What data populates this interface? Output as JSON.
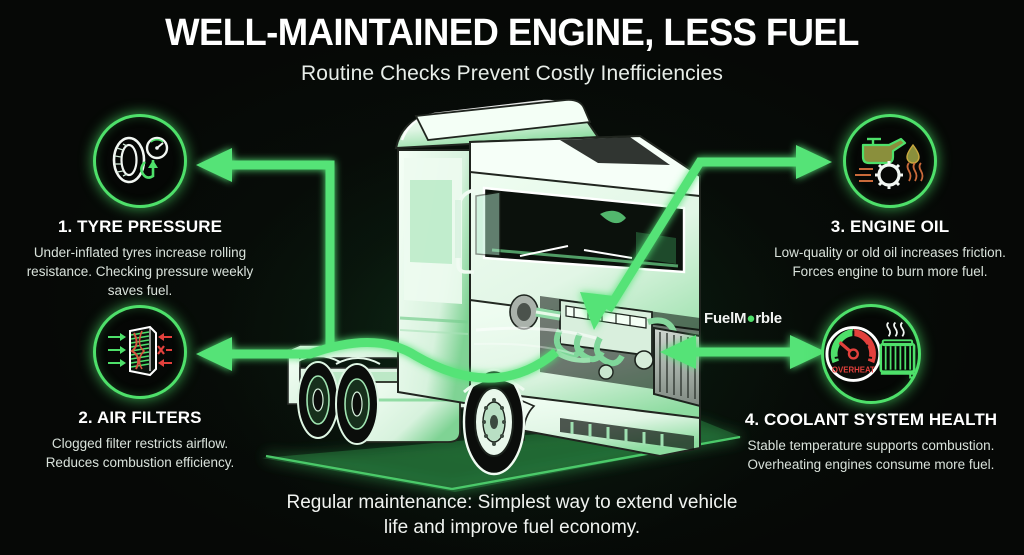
{
  "header": {
    "title": "WELL-MAINTAINED ENGINE, LESS FUEL",
    "subtitle": "Routine Checks Prevent Costly Inefficiencies"
  },
  "watermark": {
    "prefix": "FuelM",
    "dot": "●",
    "suffix": "rble",
    "full": "FuelMarble"
  },
  "caption": {
    "line1": "Regular maintenance: Simplest way to extend vehicle",
    "line2": "life and improve fuel economy."
  },
  "cards": [
    {
      "id": "tyre-pressure",
      "icon": "tyre-pressure-gauge-icon",
      "title": "1. TYRE PRESSURE",
      "body": "Under-inflated tyres increase rolling resistance. Checking pressure weekly saves fuel."
    },
    {
      "id": "air-filters",
      "icon": "air-filter-icon",
      "title": "2. AIR FILTERS",
      "body": "Clogged filter restricts airflow. Reduces combustion efficiency."
    },
    {
      "id": "engine-oil",
      "icon": "oil-can-gear-icon",
      "title": "3. ENGINE OIL",
      "body": "Low-quality or old oil increases friction. Forces engine to burn more fuel."
    },
    {
      "id": "coolant-system-health",
      "icon": "temperature-gauge-radiator-icon",
      "title": "4. COOLANT SYSTEM HEALTH",
      "body": "Stable temperature supports combustion. Overheating engines consume more fuel."
    }
  ],
  "icon_labels": {
    "overheat": "OVERHEAT"
  },
  "center_illustration": {
    "name": "semi-truck-tractor-illustration",
    "description": "White and green line-art semi truck tractor unit, front three-quarter view"
  },
  "arrows": [
    {
      "name": "arrow-to-tyre-pressure",
      "from": "truck-rear-axle",
      "to": "tyre-pressure-icon",
      "heads": 1
    },
    {
      "name": "arrow-to-air-filters",
      "from": "truck-engine",
      "to": "air-filters-icon",
      "heads": 1
    },
    {
      "name": "arrow-engine-oil",
      "from": "truck-engine",
      "to": "engine-oil-icon",
      "heads": 2
    },
    {
      "name": "arrow-coolant",
      "from": "truck-radiator",
      "to": "coolant-icon",
      "heads": 2
    }
  ],
  "colors": {
    "background": "#060806",
    "accent_green": "#4ee06a",
    "arrow_green": "#55e377",
    "text_primary": "#ffffff",
    "text_secondary": "#d9e2db",
    "danger_red": "#e2403c",
    "heat_orange": "#c96a3a",
    "oil_olive": "#8a8f3c"
  }
}
